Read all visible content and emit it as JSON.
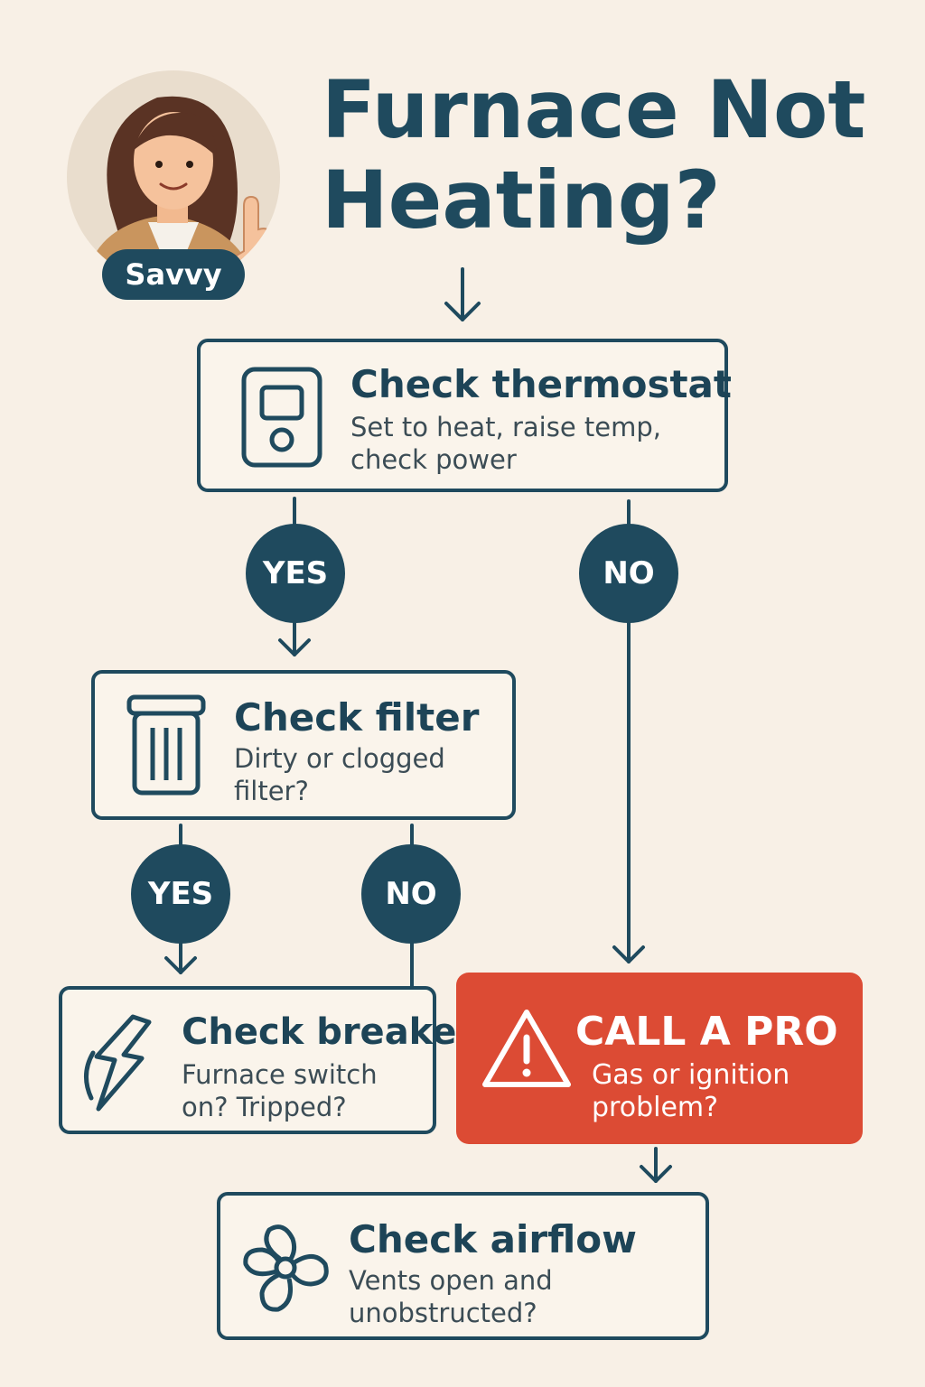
{
  "header": {
    "title_line1": "Furnace Not",
    "title_line2": "Heating?",
    "mascot_name": "Savvy"
  },
  "steps": {
    "thermostat": {
      "title": "Check thermostat",
      "detail": "Set to heat, raise temp, check power",
      "icon": "thermostat-icon"
    },
    "filter": {
      "title": "Check filter",
      "detail": "Dirty or clogged filter?",
      "icon": "filter-icon"
    },
    "breaker": {
      "title": "Check breaker",
      "detail": "Furnace switch on? Tripped?",
      "icon": "lightning-icon"
    },
    "pro": {
      "title": "CALL A PRO",
      "detail": "Gas or ignition problem?",
      "icon": "warning-icon"
    },
    "airflow": {
      "title": "Check airflow",
      "detail": "Vents open and unobstructed?",
      "icon": "fan-icon"
    }
  },
  "branches": {
    "thermostat_yes": "YES",
    "thermostat_no": "NO",
    "filter_yes": "YES",
    "filter_no": "NO"
  },
  "colors": {
    "navy": "#1f4a5e",
    "background": "#f8f0e6",
    "alert": "#dc4b34"
  }
}
